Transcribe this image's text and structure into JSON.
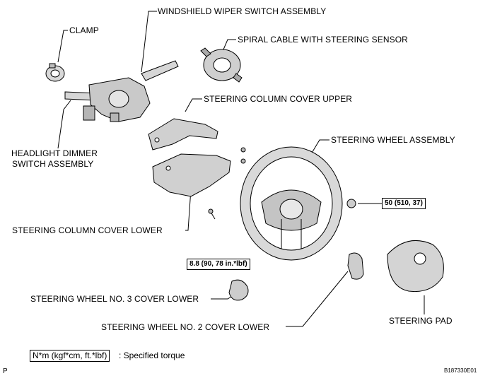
{
  "labels": {
    "wiper_switch": "WINDSHIELD WIPER SWITCH ASSEMBLY",
    "clamp": "CLAMP",
    "spiral_cable": "SPIRAL CABLE WITH STEERING SENSOR",
    "column_cover_upper": "STEERING COLUMN COVER UPPER",
    "steering_wheel": "STEERING WHEEL ASSEMBLY",
    "headlight_switch_line1": "HEADLIGHT DIMMER",
    "headlight_switch_line2": "SWITCH ASSEMBLY",
    "column_cover_lower": "STEERING COLUMN COVER LOWER",
    "no3_cover_lower": "STEERING WHEEL NO. 3 COVER LOWER",
    "no2_cover_lower": "STEERING WHEEL NO. 2 COVER LOWER",
    "steering_pad": "STEERING PAD"
  },
  "torques": {
    "wheel_nut": "50 (510, 37)",
    "pad_bolts": "8.8 (90, 78 in.*lbf)"
  },
  "legend": {
    "unit": "N*m (kgf*cm, ft.*lbf)",
    "description": ": Specified torque"
  },
  "footer": {
    "page_mark": "P",
    "figure_id": "B187330E01"
  }
}
